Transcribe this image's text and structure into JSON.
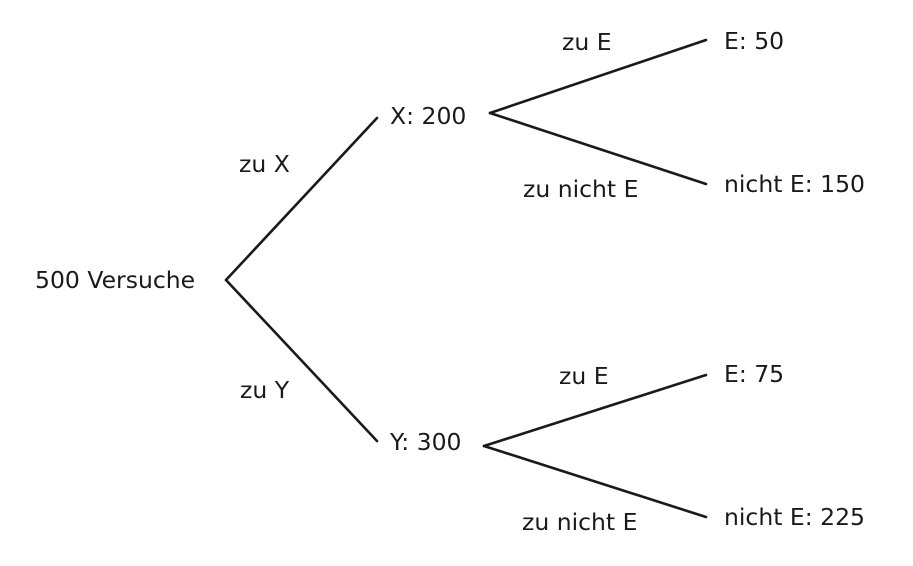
{
  "diagram": {
    "type": "tree",
    "root": {
      "label": "500 Versuche"
    },
    "level1": [
      {
        "edge_label": "zu X",
        "node_label": "X: 200"
      },
      {
        "edge_label": "zu Y",
        "node_label": "Y: 300"
      }
    ],
    "level2": [
      {
        "edge_label": "zu E",
        "node_label": "E: 50"
      },
      {
        "edge_label": "zu nicht E",
        "node_label": "nicht E: 150"
      },
      {
        "edge_label": "zu E",
        "node_label": "E: 75"
      },
      {
        "edge_label": "zu nicht E",
        "node_label": "nicht E: 225"
      }
    ],
    "colors": {
      "line": "#1a1a1a",
      "text": "#1a1a1a",
      "background": "#ffffff"
    }
  }
}
